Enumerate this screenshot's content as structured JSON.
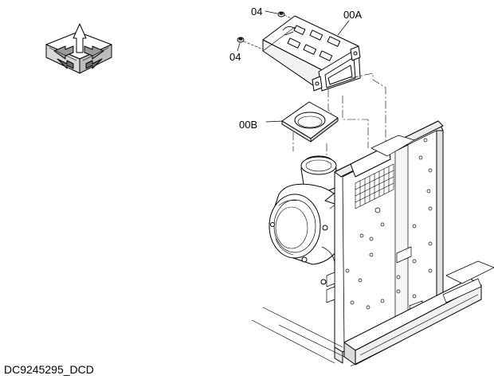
{
  "labels": {
    "fastener_top": "04",
    "fastener_left": "04",
    "part_a": "00A",
    "part_b": "00B"
  },
  "drawing_code": "DC9245295_DCD",
  "orientation_icon": {
    "name": "orientation-arrows-icon"
  }
}
